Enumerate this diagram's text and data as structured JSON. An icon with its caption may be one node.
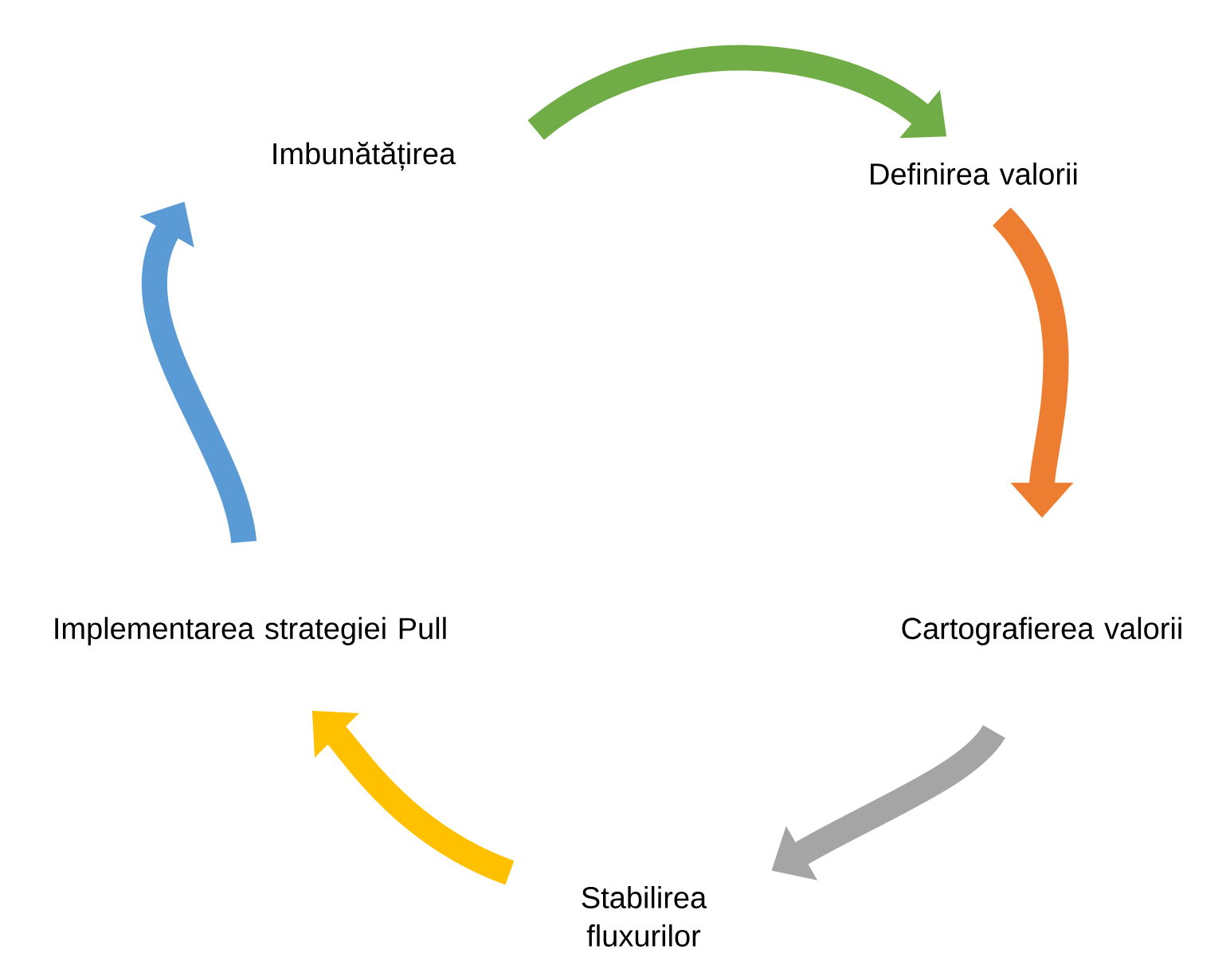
{
  "diagram": {
    "nodes": [
      {
        "text": [
          "Imbunătățirea"
        ]
      },
      {
        "text": [
          "Definirea valorii"
        ]
      },
      {
        "text": [
          "Cartografierea valorii"
        ]
      },
      {
        "text": [
          "Stabilirea fluxurilor"
        ]
      },
      {
        "text": [
          "Implementarea strategiei Pull"
        ]
      }
    ],
    "edges": [
      {
        "from": 0,
        "to": 1,
        "arrow": "to",
        "color": "#70ad47"
      },
      {
        "from": 1,
        "to": 2,
        "arrow": "to",
        "color": "#ed7d31"
      },
      {
        "from": 2,
        "to": 3,
        "arrow": "to",
        "color": "#a5a5a5"
      },
      {
        "from": 3,
        "to": 4,
        "arrow": "to",
        "color": "#ffc000"
      },
      {
        "from": 4,
        "to": 0,
        "arrow": "to",
        "color": "#5b9bd5"
      }
    ]
  }
}
